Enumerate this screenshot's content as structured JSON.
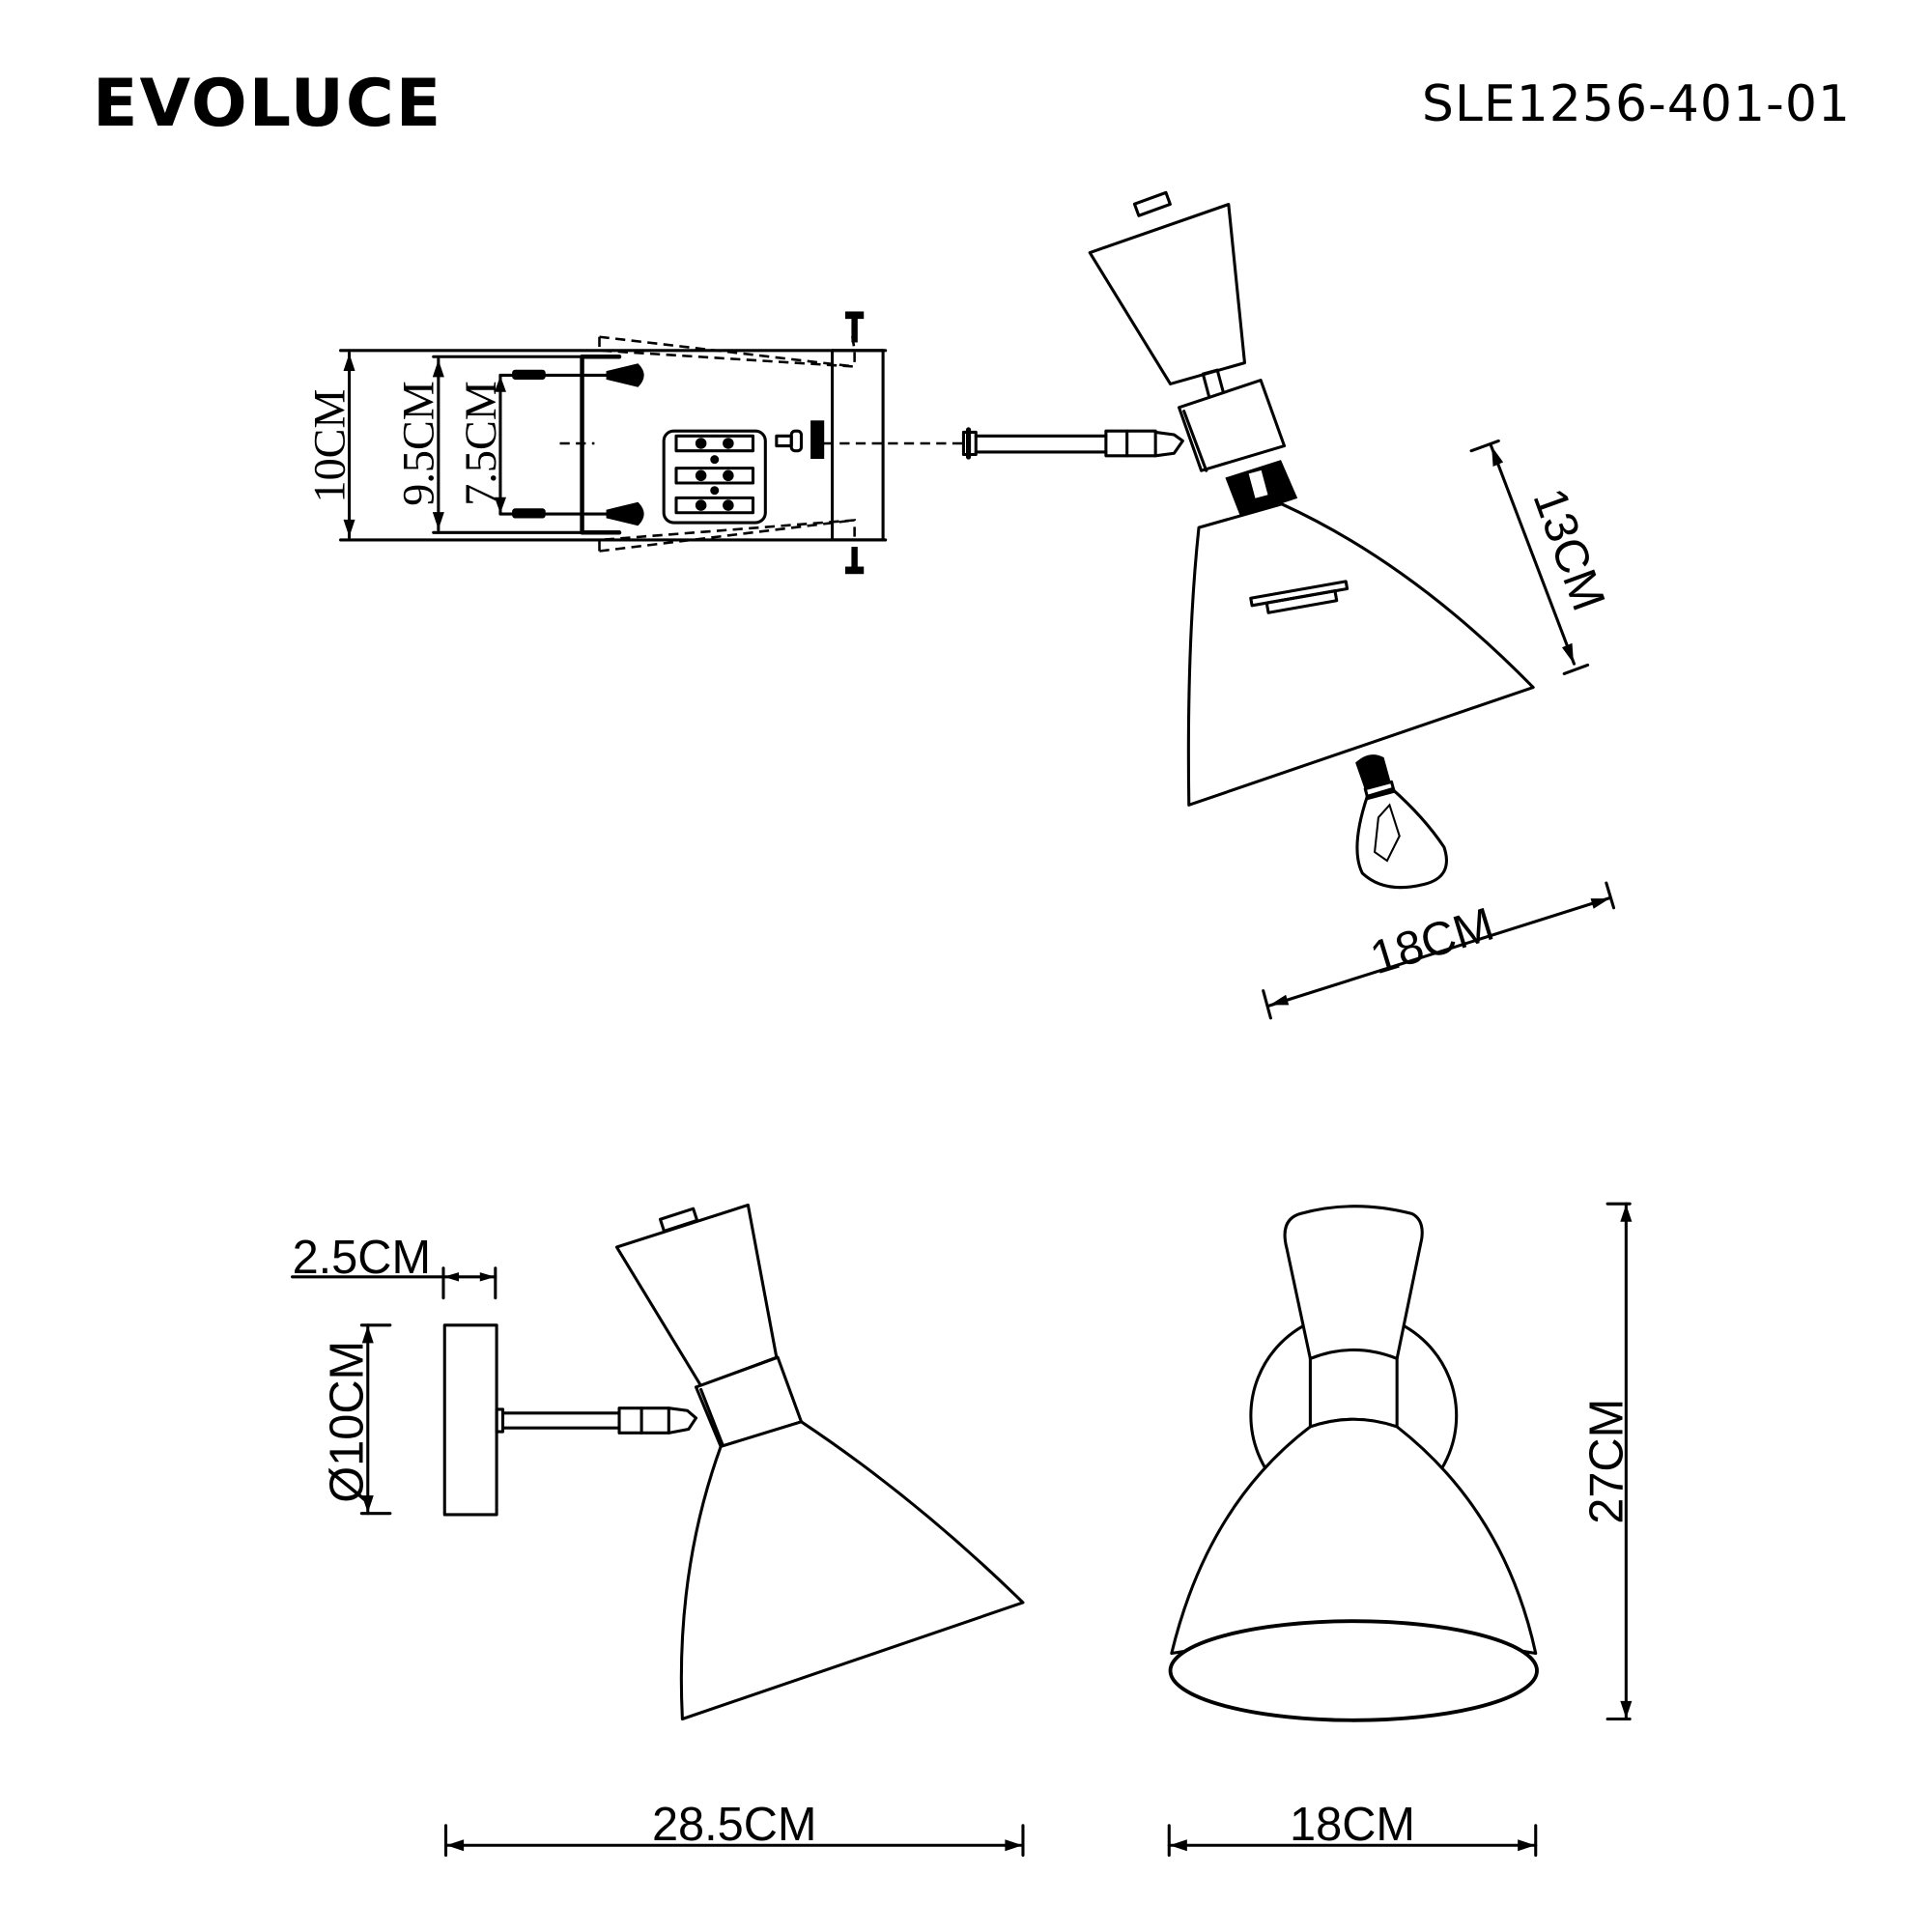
{
  "header": {
    "brand": "EVOLUCE",
    "model": "SLE1256-401-01"
  },
  "colors": {
    "line": "#000000",
    "background": "#ffffff"
  },
  "views": {
    "mounting_bracket": {
      "dimensions": {
        "outer_height": "10CM",
        "bracket_height": "9.5CM",
        "screw_spacing": "7.5CM"
      }
    },
    "exploded_lamp": {
      "dimensions": {
        "shade_depth": "13CM",
        "shade_diameter": "18CM"
      }
    },
    "side_view": {
      "dimensions": {
        "base_depth": "2.5CM",
        "base_diameter": "Ø10CM",
        "total_projection": "28.5CM"
      }
    },
    "front_view": {
      "dimensions": {
        "total_height": "27CM",
        "width": "18CM"
      }
    }
  }
}
